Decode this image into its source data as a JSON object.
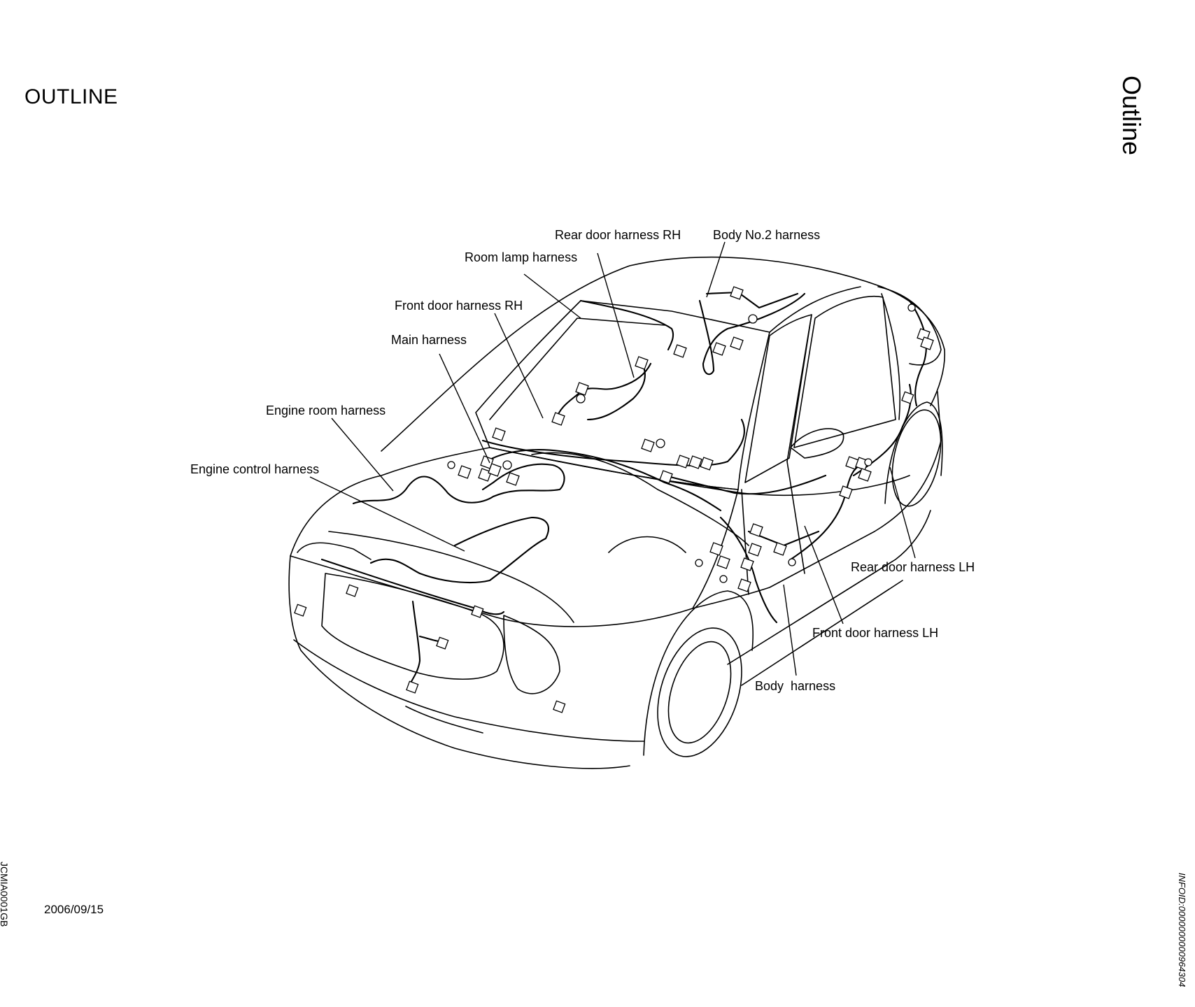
{
  "header": {
    "section_title": "OUTLINE",
    "side_tab": "Outline"
  },
  "footer": {
    "figure_id": "JCMIA0001GB",
    "date": "2006/09/15",
    "info_id": "INFOID:0000000000964304"
  },
  "labels": {
    "rear_door_rh": "Rear door harness RH",
    "body_no2": "Body No.2 harness",
    "room_lamp": "Room lamp harness",
    "front_door_rh": "Front door harness RH",
    "main": "Main harness",
    "engine_room": "Engine room harness",
    "engine_control": "Engine control harness",
    "rear_door_lh": "Rear door harness LH",
    "front_door_lh": "Front door harness LH",
    "body": "Body  harness"
  }
}
